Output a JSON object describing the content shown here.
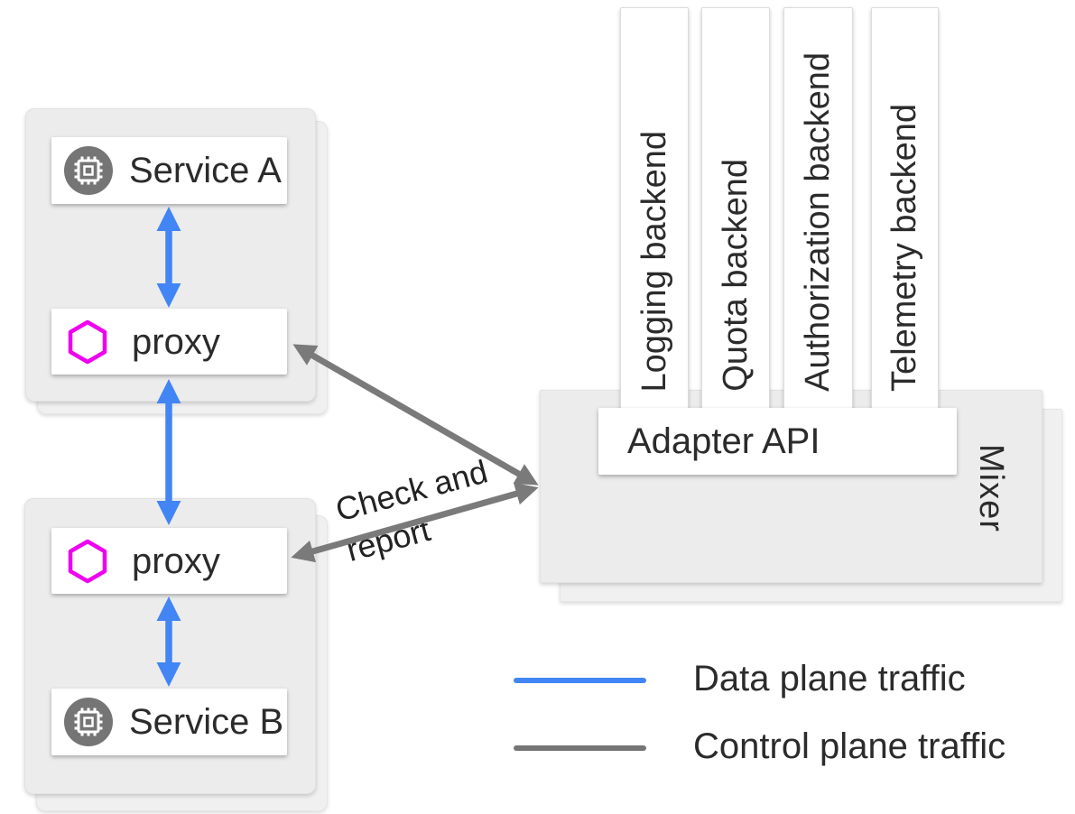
{
  "groups": {
    "service_a_pod": {
      "service": {
        "label": "Service A",
        "icon": "chip-icon"
      },
      "proxy": {
        "label": "proxy",
        "icon": "hexagon-icon"
      }
    },
    "service_b_pod": {
      "proxy": {
        "label": "proxy",
        "icon": "hexagon-icon"
      },
      "service": {
        "label": "Service B",
        "icon": "chip-icon"
      }
    }
  },
  "mixer": {
    "label": "Mixer",
    "adapter_api": {
      "label": "Adapter API"
    },
    "backends": [
      {
        "label": "Logging backend"
      },
      {
        "label": "Quota backend"
      },
      {
        "label": "Authorization backend"
      },
      {
        "label": "Telemetry backend"
      }
    ]
  },
  "annotations": {
    "check_report_line1": "Check and",
    "check_report_line2": "report"
  },
  "legend": {
    "items": [
      {
        "label": "Data plane traffic",
        "color": "#4285f4"
      },
      {
        "label": "Control plane traffic",
        "color": "#757575"
      }
    ]
  },
  "colors": {
    "data_plane_arrow": "#4285f4",
    "control_plane_arrow": "#7a7a7a",
    "proxy_hexagon": "#ee00ee",
    "service_icon_circle": "#757575",
    "panel_fill": "#ececec",
    "text": "#2b2b2b"
  }
}
